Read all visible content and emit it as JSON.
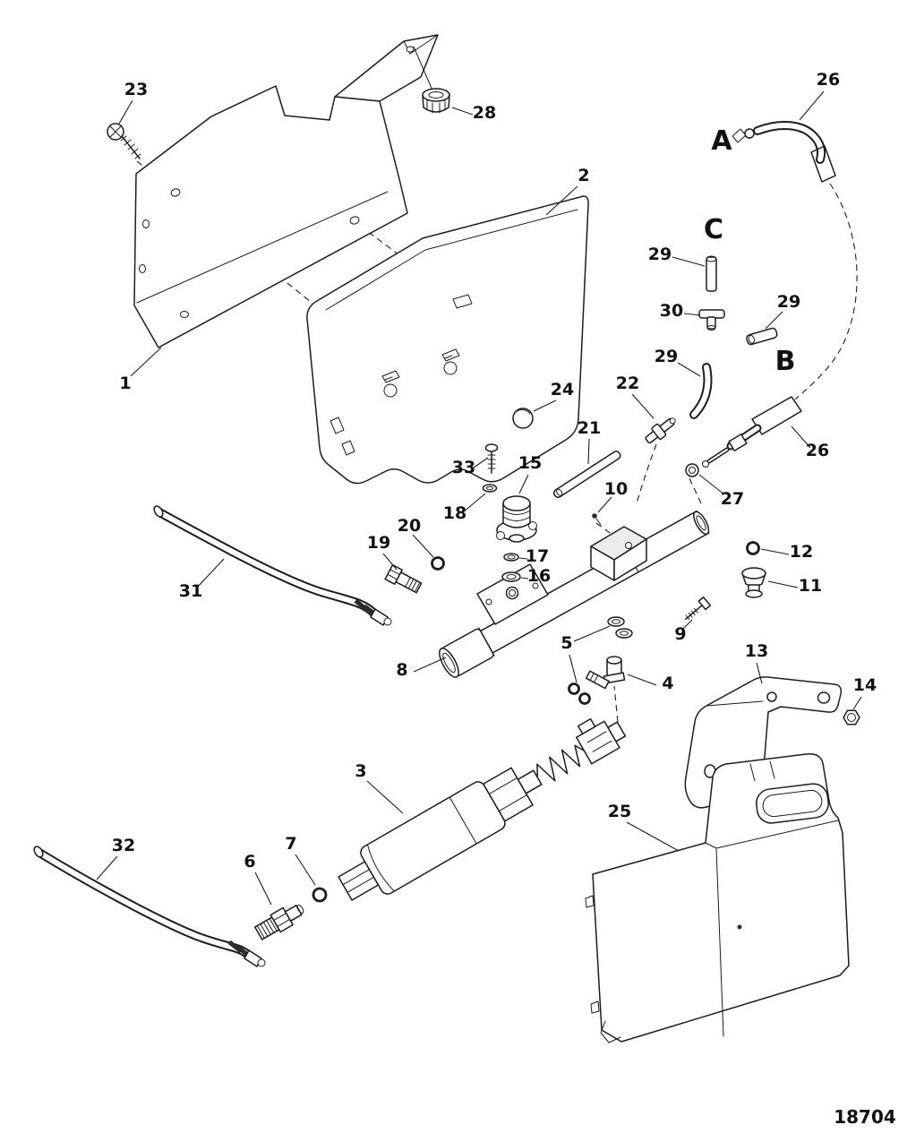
{
  "diagram": {
    "drawing_number": "18704",
    "letters": {
      "A": "A",
      "B": "B",
      "C": "C"
    },
    "callouts": {
      "1": "1",
      "2": "2",
      "3": "3",
      "4": "4",
      "5": "5",
      "6": "6",
      "7": "7",
      "8": "8",
      "9": "9",
      "10": "10",
      "11": "11",
      "12": "12",
      "13": "13",
      "14": "14",
      "15": "15",
      "16": "16",
      "17": "17",
      "18": "18",
      "19": "19",
      "20": "20",
      "21": "21",
      "22": "22",
      "23": "23",
      "24": "24",
      "25": "25",
      "26": "26",
      "27": "27",
      "28": "28",
      "29": "29",
      "30": "30",
      "31": "31",
      "32": "32",
      "33": "33"
    }
  }
}
